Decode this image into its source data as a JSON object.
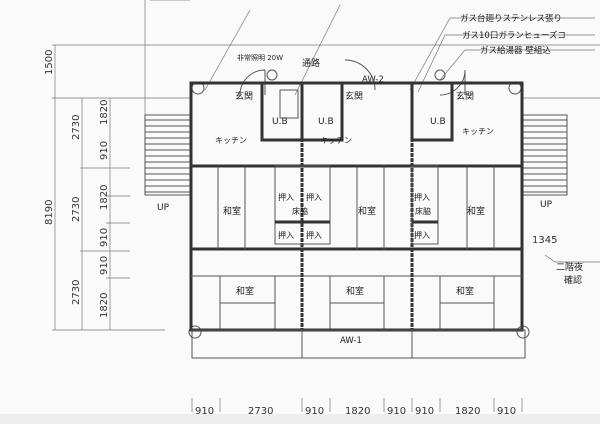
{
  "notes": {
    "gas_counter": "ガス台廻りステンレス張り",
    "gas_fuse": "ガス10口ガランヒューズコ",
    "water_heater": "ガス給湯器 壁組込",
    "emergency_light": "非常照明 20W",
    "passage": "通路",
    "window_top": "AW-2",
    "window_bottom": "AW-1",
    "second_floor": "二階夜",
    "second_floor_sub": "確認",
    "stair_offset": "1345"
  },
  "rooms": {
    "entrance": "玄関",
    "bath": "U.B",
    "kitchen": "キッチン",
    "closet": "押入",
    "alcove": "床脇",
    "tatami": "和室",
    "up": "UP"
  },
  "dimensions": {
    "total_height": "8190",
    "left_col": [
      "2730",
      "2730",
      "2730"
    ],
    "inner_col": [
      "1820",
      "910",
      "1820",
      "910",
      "910",
      "1820"
    ],
    "top": "1500",
    "bottom": [
      "910",
      "2730",
      "910",
      "1820",
      "910",
      "910",
      "1820",
      "910"
    ]
  }
}
